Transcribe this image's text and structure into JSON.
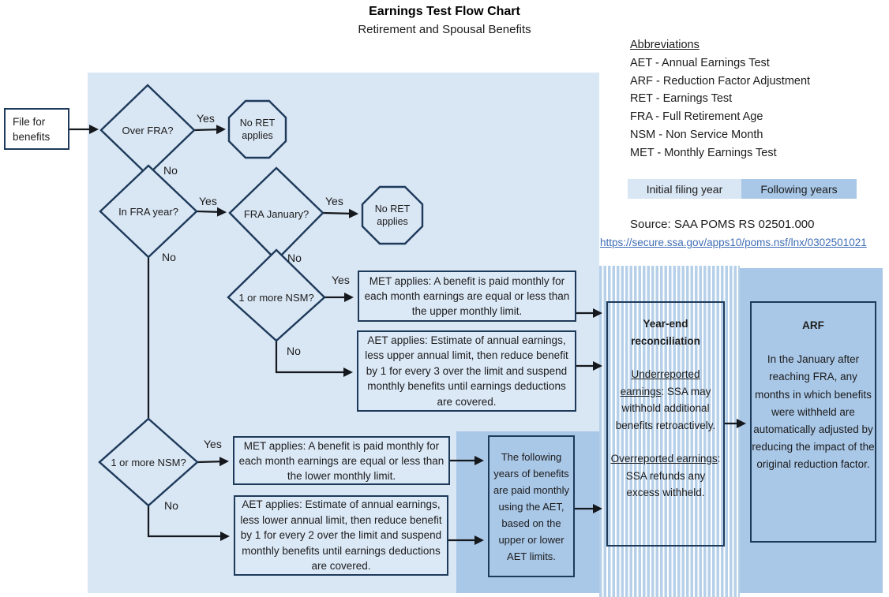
{
  "header": {
    "title": "Earnings Test Flow Chart",
    "subtitle": "Retirement and Spousal Benefits"
  },
  "abbreviations": {
    "heading": "Abbreviations",
    "items": [
      "AET - Annual Earnings Test",
      "ARF - Reduction Factor Adjustment",
      "RET - Earnings Test",
      "FRA - Full Retirement Age",
      "NSM - Non Service Month",
      "MET - Monthly Earnings Test"
    ]
  },
  "legend": {
    "initial": "Initial filing year",
    "following": "Following years"
  },
  "source": {
    "label": "Source: SAA POMS RS 02501.000",
    "url": "https://secure.ssa.gov/apps10/poms.nsf/lnx/0302501021"
  },
  "edge_labels": {
    "yes": "Yes",
    "no": "No"
  },
  "nodes": {
    "start": "File for benefits",
    "d_over_fra": "Over FRA?",
    "oct_no_ret": "No RET applies",
    "d_in_fra_year": "In FRA year?",
    "d_fra_january": "FRA January?",
    "d_nsm": "1 or more NSM?",
    "met_upper": "MET applies: A benefit is paid monthly for each month earnings are equal or less than the upper monthly limit.",
    "aet_upper": "AET applies: Estimate of annual earnings, less upper annual limit, then reduce benefit by 1 for every 3 over the limit and suspend monthly benefits until earnings deductions are covered.",
    "met_lower": "MET applies: A benefit is paid monthly for each month earnings are equal or less than the lower monthly limit.",
    "aet_lower": "AET applies: Estimate of annual earnings, less lower annual limit, then reduce benefit by 1 for every 2 over the limit and suspend monthly benefits until earnings deductions are covered.",
    "following_years": "The following years of benefits are paid monthly using the AET, based on the upper or lower AET limits.",
    "yearend": {
      "title": "Year-end reconciliation",
      "under_lead": "Underreported earnings",
      "under_rest": ": SSA may withhold additional benefits retroactively.",
      "over_lead": "Overreported earnings",
      "over_rest": ": SSA refunds any excess withheld."
    },
    "arf": {
      "title": "ARF",
      "body": "In the January after reaching  FRA, any months in which benefits were withheld are automatically adjusted by reducing the impact of the original reduction factor."
    }
  },
  "colors": {
    "initial_fill": "#d9e6f4",
    "following_fill": "#a9c7e7",
    "stripe_blue": "#b6d0ea",
    "shape_border": "#1e3a5a",
    "link": "#3e6db5"
  }
}
